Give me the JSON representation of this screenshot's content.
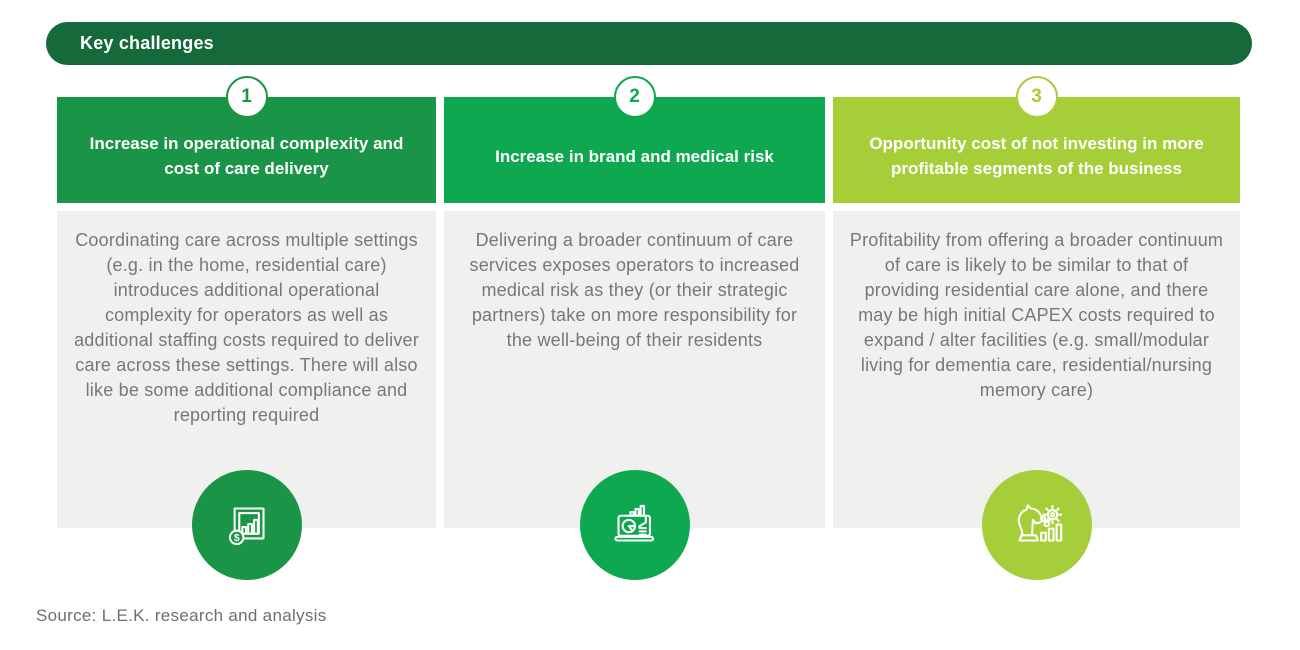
{
  "title_bar": {
    "label": "Key challenges"
  },
  "source": "Source: L.E.K. research and analysis",
  "colors": {
    "dark_green": "#15693A",
    "body_bg": "#F0F0EF",
    "body_text": "#75787B",
    "white": "#FFFFFF"
  },
  "columns": [
    {
      "number": "1",
      "color": "#1A9447",
      "header": "Increase in operational complexity and cost of care delivery",
      "body": "Coordinating care across multiple settings (e.g. in the home, residential care) introduces additional operational complexity for operators as well as additional staffing costs required to deliver care across these settings. There will also like be some additional compliance and reporting required",
      "icon": "framed-bar-chart-dollar-icon",
      "badge_symbol": "$"
    },
    {
      "number": "2",
      "color": "#0DA850",
      "header": "Increase in brand and medical risk",
      "body": "Delivering a broader continuum of care services exposes operators to increased medical risk as they (or their strategic partners) take on more responsibility for the well-being of their residents",
      "icon": "laptop-analytics-icon"
    },
    {
      "number": "3",
      "color": "#A6CE39",
      "header": "Opportunity cost of not investing in more profitable segments of the business",
      "body": "Profitability from offering a broader continuum of care is likely to be similar to that of providing residential care alone, and there may be high initial CAPEX costs required to expand / alter facilities (e.g. small/modular living for dementia care, residential/nursing memory care)",
      "icon": "chess-strategy-icon"
    }
  ]
}
